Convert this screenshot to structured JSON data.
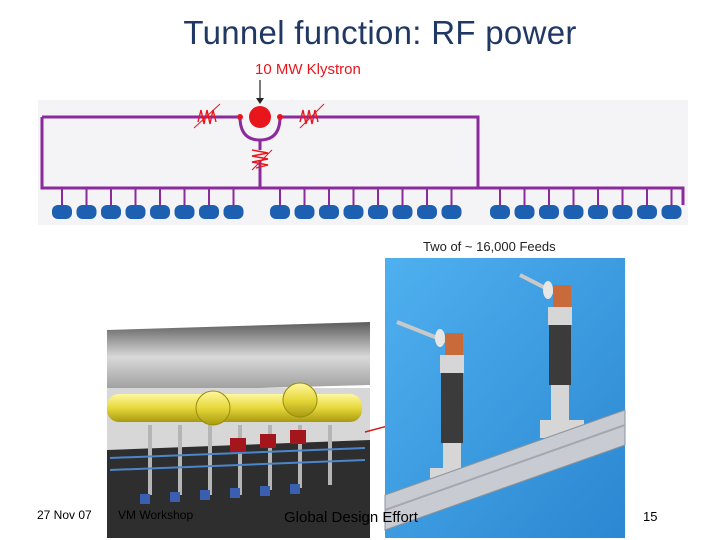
{
  "slide": {
    "title": "Tunnel function: RF power",
    "klystron_label": "10 MW Klystron",
    "feeds_label": "Two of ~ 16,000 Feeds",
    "footer": {
      "date": "27 Nov 07",
      "workshop": "VM Workshop",
      "center": "Global Design Effort",
      "page": "15"
    }
  },
  "colors": {
    "title": "#1f3864",
    "distribution_line": "#8b2a9c",
    "klystron": "#e8161c",
    "label_red": "#e8161c",
    "cavity": "#1d5fb0",
    "feeds_background": "#3a9de0",
    "cryomodule": "#e8e24a"
  },
  "icons": {
    "load": "resistor-load-icon",
    "cavity": "rounded-cavity-icon",
    "arrow": "arrow-down-icon"
  }
}
